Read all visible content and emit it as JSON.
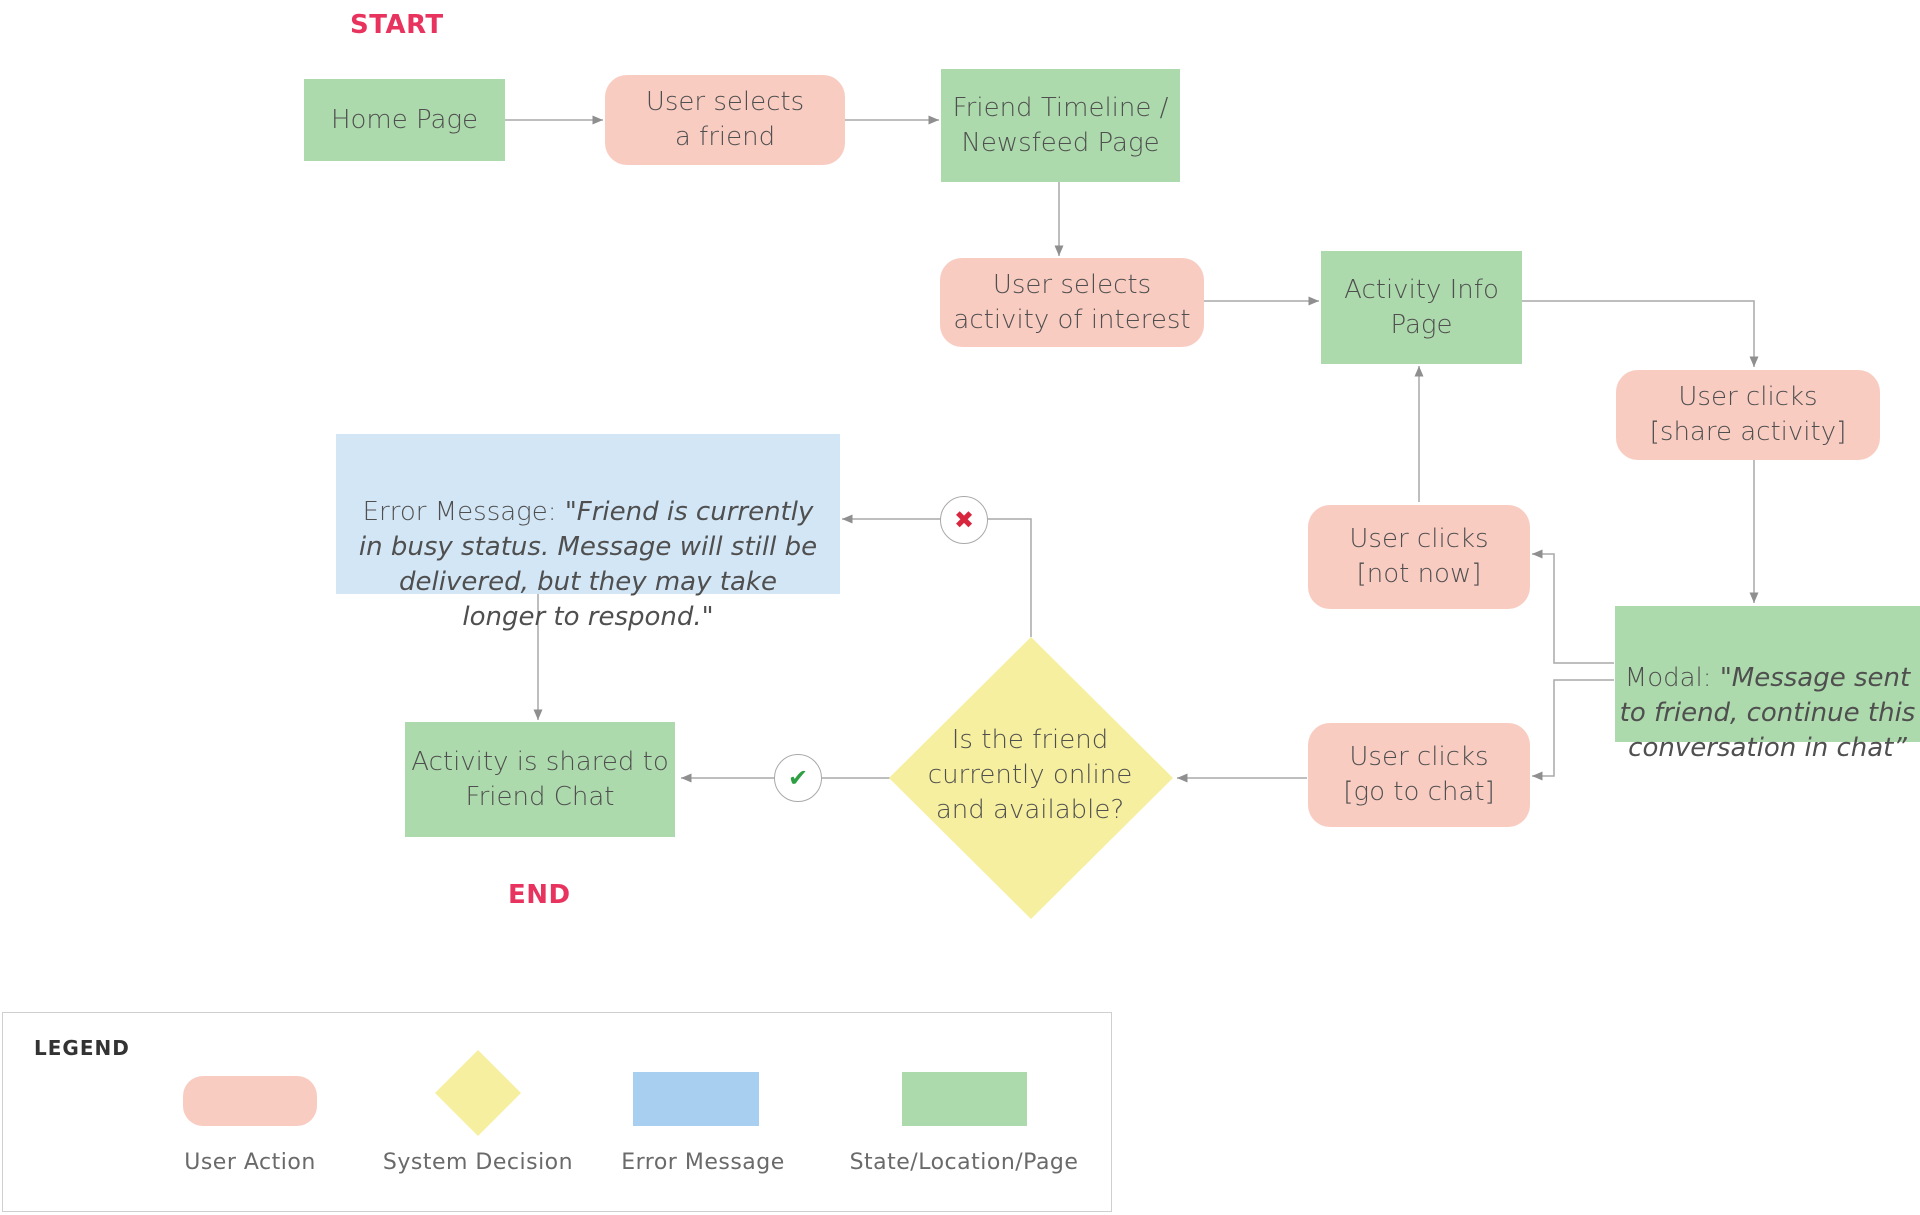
{
  "markers": {
    "start": "START",
    "end": "END"
  },
  "nodes": {
    "home_page": "Home Page",
    "user_selects_friend": "User selects\na friend",
    "friend_timeline": "Friend Timeline /\nNewsfeed Page",
    "user_selects_activity": "User selects\nactivity of interest",
    "activity_info": "Activity Info\nPage",
    "share_activity": "User clicks\n[share activity]",
    "not_now": "User clicks\n[not now]",
    "modal_prefix": "Modal: ",
    "modal_text": "\"Message sent\nto friend, continue this\nconversation in chat”",
    "go_to_chat": "User clicks\n[go to chat]",
    "decision": "Is the friend\ncurrently online\nand available?",
    "error_prefix": "Error Message: ",
    "error_text": "\"Friend is currently in busy status. Message will still be delivered, but they may take longer to respond.\"",
    "shared": "Activity is shared to\nFriend Chat"
  },
  "badges": {
    "no": "✖",
    "yes": "✔"
  },
  "legend": {
    "title": "LEGEND",
    "items": [
      {
        "label": "User Action",
        "color": "#f9ccc2"
      },
      {
        "label": "System Decision",
        "color": "#f6ef9f"
      },
      {
        "label": "Error Message",
        "color": "#a8cfef"
      },
      {
        "label": "State/Location/Page",
        "color": "#addaac"
      }
    ]
  },
  "colors": {
    "user_action": "#f9ccc2",
    "system_decision": "#f6ef9f",
    "error_message": "#d3e6f6",
    "state_page": "#addaac",
    "marker": "#e8335e",
    "connector": "#a9a9a9",
    "badge_no": "#d7263d",
    "badge_yes": "#2ea043"
  }
}
